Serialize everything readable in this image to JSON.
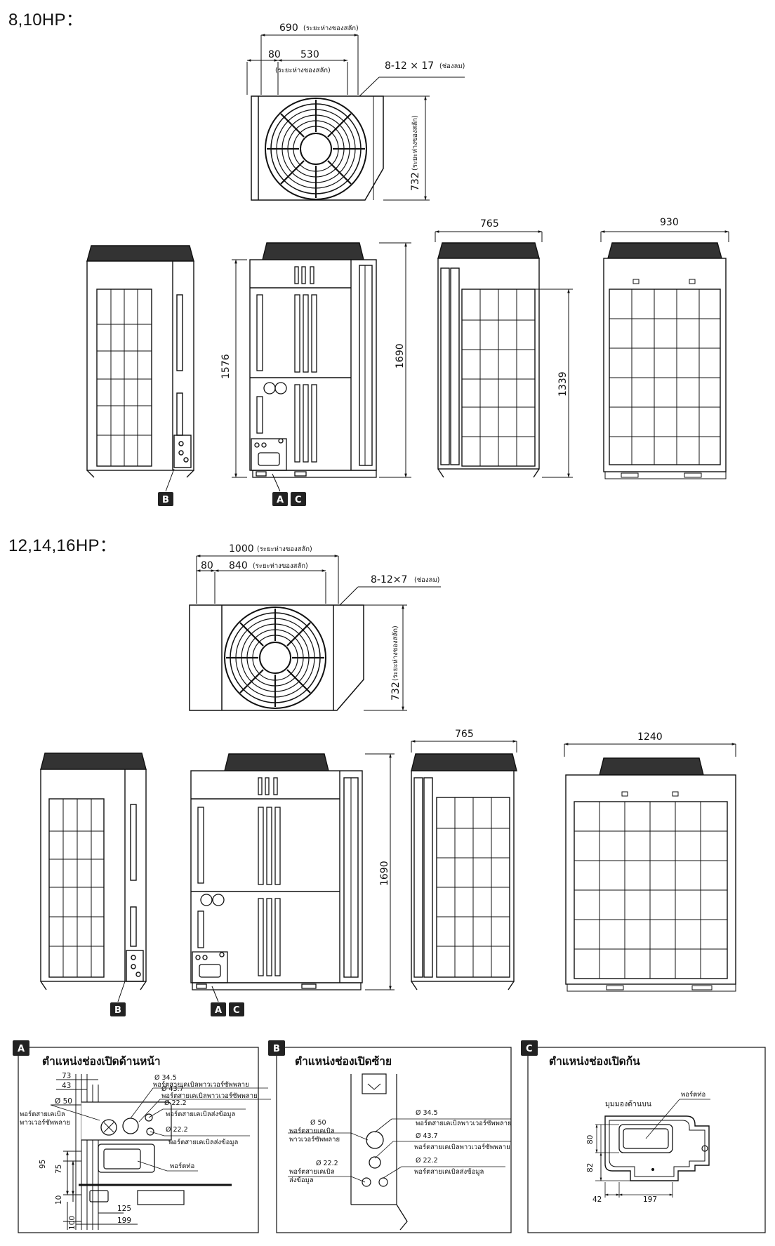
{
  "section1": {
    "title": "8,10HP：",
    "top": {
      "width_total": "690",
      "width_total_note": "(ระยะห่างของสลัก)",
      "offset": "80",
      "inner": "530",
      "inner_note": "(ระยะห่างของสลัก)",
      "holes": "8-12 × 17",
      "holes_note": "(ช่องลม)",
      "depth": "732",
      "depth_note": "(ระยะห่างของสลัก)"
    },
    "height_a": "1576",
    "height_b": "1690",
    "side_width": "765",
    "side_inner_height": "1339",
    "back_width": "930",
    "tag_b": "B",
    "tag_a": "A",
    "tag_c": "C"
  },
  "section2": {
    "title": "12,14,16HP：",
    "top": {
      "width_total": "1000",
      "width_total_note": "(ระยะห่างของสลัก)",
      "offset": "80",
      "inner": "840",
      "inner_note": "(ระยะห่างของสลัก)",
      "holes": "8-12×7",
      "holes_note": "(ช่องลม)",
      "depth": "732",
      "depth_note": "(ระยะห่างของสลัก)"
    },
    "height": "1690",
    "side_width": "765",
    "back_width": "1240",
    "tag_b": "B",
    "tag_a": "A",
    "tag_c": "C"
  },
  "panels": {
    "a": {
      "tag": "A",
      "title": "ตำแหน่งช่องเปิดด้านหน้า",
      "dim_73": "73",
      "dim_43": "43",
      "dim_o50": "Ø 50",
      "label_left": "พอร์ตสายเคเบิล",
      "label_left2": "พาวเวอร์ซัพพลาย",
      "d1": "Ø 34.5",
      "d1_label": "พอร์ตสายเคเบิลพาวเวอร์ซัพพลาย",
      "d2": "Ø 43.7",
      "d2_label": "พอร์ตสายเคเบิลพาวเวอร์ซัพพลาย",
      "d3": "Ø 22.2",
      "d3_label": "พอร์ตสายเคเบิลส่งข้อมูล",
      "d4": "Ø 22.2",
      "d4_label": "พอร์ตสายเคเบิลส่งข้อมูล",
      "pipe_label": "พอร์ตท่อ",
      "dim_95": "95",
      "dim_75": "75",
      "dim_10": "10",
      "dim_100": "100",
      "dim_125": "125",
      "dim_199": "199"
    },
    "b": {
      "tag": "B",
      "title": "ตำแหน่งช่องเปิดซ้าย",
      "o50": "Ø 50",
      "o50_label1": "พอร์ตสายเคเบิล",
      "o50_label2": "พาวเวอร์ซัพพลาย",
      "d1": "Ø 34.5",
      "d1_label": "พอร์ตสายเคเบิลพาวเวอร์ซัพพลาย",
      "d2": "Ø 43.7",
      "d2_label": "พอร์ตสายเคเบิลพาวเวอร์ซัพพลาย",
      "d3": "Ø 22.2",
      "d3_label1": "พอร์ตสายเคเบิล",
      "d3_label2": "ส่งข้อมูล",
      "d4": "Ø 22.2",
      "d4_label": "พอร์ตสายเคเบิลส่งข้อมูล"
    },
    "c": {
      "tag": "C",
      "title": "ตำแหน่งช่องเปิดก้น",
      "top_view": "มุมมองด้านบน",
      "pipe_port": "พอร์ตท่อ",
      "dim_80": "80",
      "dim_82": "82",
      "dim_42": "42",
      "dim_197": "197"
    }
  }
}
